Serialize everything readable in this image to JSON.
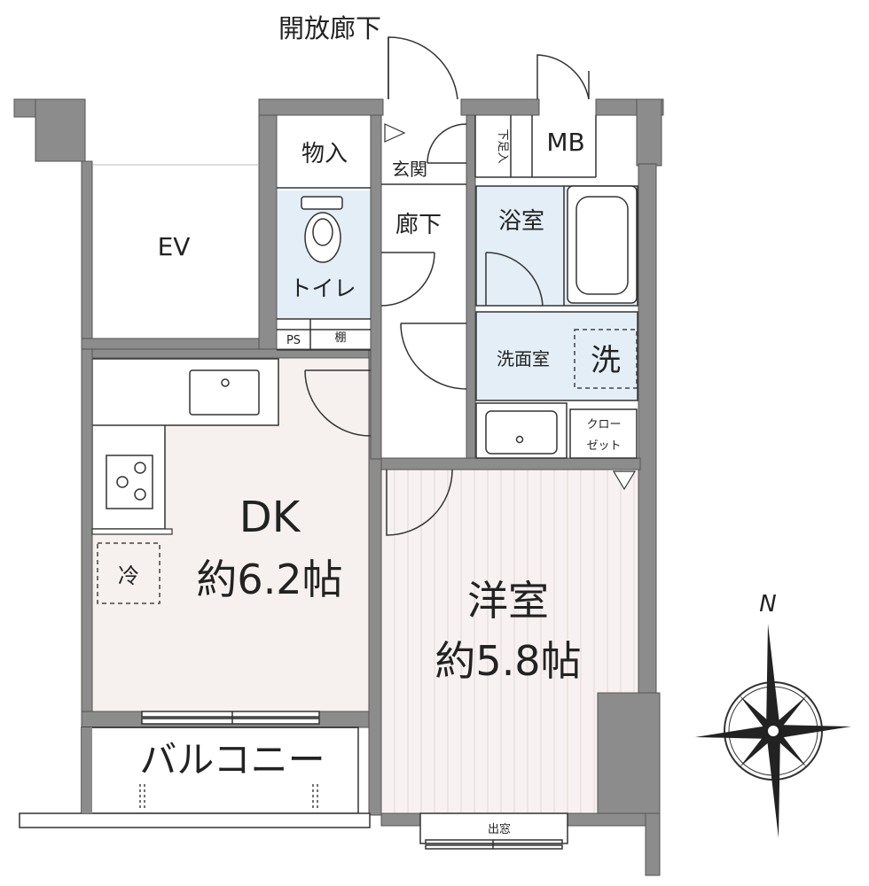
{
  "labels": {
    "corridor_open": "開放廊下",
    "storage": "物入",
    "entrance": "玄関",
    "shoe_box": "下足入",
    "mb": "MB",
    "ev": "EV",
    "toilet": "トイレ",
    "hallway": "廊下",
    "bath": "浴室",
    "ps": "PS",
    "shelf": "棚",
    "washroom": "洗面室",
    "washer": "洗",
    "closet_line1": "クロー",
    "closet_line2": "ゼット",
    "fridge": "冷",
    "dk_name": "DK",
    "dk_area": "約6.2帖",
    "bedroom_name": "洋室",
    "bedroom_area": "約5.8帖",
    "balcony": "バルコニー",
    "bay_window": "出窓",
    "north": "N"
  },
  "colors": {
    "wall": "#8c8c8c",
    "wall_edge": "#555555",
    "dk_floor": "#f6f1ef",
    "bedroom_floor": "#f7f2f1",
    "wet_area": "#e3eef7",
    "line": "#333333"
  }
}
